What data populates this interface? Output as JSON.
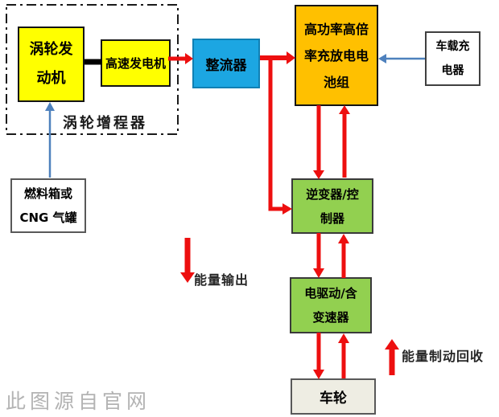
{
  "diagram": {
    "watermark": "此图源自官网",
    "group": {
      "range_extender_label": "涡轮增程器"
    },
    "boxes": {
      "turbine": {
        "line1": "涡轮发",
        "line2": "动机",
        "fill": "#ffff00"
      },
      "generator": {
        "label": "高速发电机",
        "fill": "#ffff00"
      },
      "rectifier": {
        "label": "整流器",
        "fill": "#1ca6e2"
      },
      "battery": {
        "line1": "高功率高倍",
        "line2": "率充放电电",
        "line3": "池组",
        "fill": "#ffc000"
      },
      "charger": {
        "line1": "车载充",
        "line2": "电器",
        "fill": "#ffffff"
      },
      "fuel_tank": {
        "line1": "燃料箱或",
        "line2": "CNG 气罐",
        "fill": "#ffffff"
      },
      "inverter": {
        "line1": "逆变器/控",
        "line2": "制器",
        "fill": "#92d050"
      },
      "drive": {
        "line1": "电驱动/含",
        "line2": "变速器",
        "fill": "#92d050"
      },
      "wheel": {
        "label": "车轮",
        "fill": "#eeede3"
      }
    },
    "legend": {
      "energy_output": "能量输出",
      "energy_brake_recovery": "能量制动回收"
    },
    "colors": {
      "power_flow_arrow": "#ed0f0f",
      "supply_arrow": "#4e81bd",
      "mechanical_link": "#000000",
      "dashed_group_border": "#1a1a1a",
      "watermark_text": "#b3b3b3"
    },
    "flows": [
      {
        "from": "涡轮发动机",
        "to": "高速发电机",
        "type": "mechanical"
      },
      {
        "from": "高速发电机",
        "to": "整流器",
        "type": "power"
      },
      {
        "from": "整流器",
        "to": "高功率高倍率充放电电池组",
        "type": "power"
      },
      {
        "from": "整流器",
        "to": "逆变器/控制器",
        "type": "power"
      },
      {
        "from": "高功率高倍率充放电电池组",
        "to": "逆变器/控制器",
        "type": "power"
      },
      {
        "from": "逆变器/控制器",
        "to": "高功率高倍率充放电电池组",
        "type": "power"
      },
      {
        "from": "逆变器/控制器",
        "to": "电驱动/含变速器",
        "type": "power"
      },
      {
        "from": "电驱动/含变速器",
        "to": "逆变器/控制器",
        "type": "power"
      },
      {
        "from": "电驱动/含变速器",
        "to": "车轮",
        "type": "power"
      },
      {
        "from": "车轮",
        "to": "电驱动/含变速器",
        "type": "power"
      },
      {
        "from": "车载充电器",
        "to": "高功率高倍率充放电电池组",
        "type": "supply"
      },
      {
        "from": "燃料箱或CNG气罐",
        "to": "涡轮发动机",
        "type": "supply"
      }
    ]
  }
}
